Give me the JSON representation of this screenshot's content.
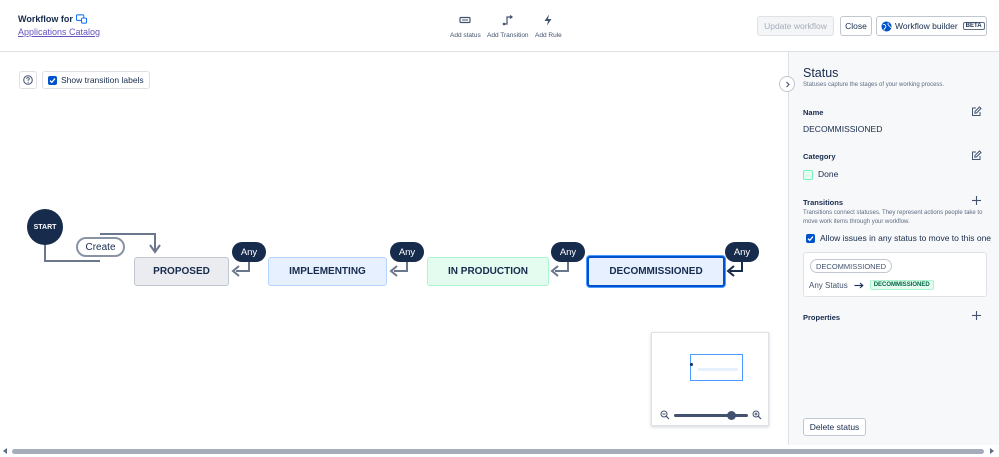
{
  "header": {
    "title": "Workflow for",
    "project_link": "Applications Catalog",
    "tools": [
      {
        "label": "Add status",
        "icon": "status-icon"
      },
      {
        "label": "Add Transition",
        "icon": "transition-icon"
      },
      {
        "label": "Add Rule",
        "icon": "lightning-icon"
      }
    ],
    "update_label": "Update workflow",
    "close_label": "Close",
    "builder_label": "Workflow builder",
    "beta_label": "BETA"
  },
  "canvas": {
    "show_labels": "Show transition labels",
    "show_labels_checked": true,
    "start_label": "START",
    "create_label": "Create",
    "statuses": [
      {
        "name": "PROPOSED",
        "color": "#ebecf0"
      },
      {
        "name": "IMPLEMENTING",
        "color": "#e6f0ff"
      },
      {
        "name": "IN PRODUCTION",
        "color": "#e3fcef"
      },
      {
        "name": "DECOMMISSIONED",
        "color": "#e6f0ff",
        "selected": true
      }
    ],
    "any_label": "Any"
  },
  "panel": {
    "title": "Status",
    "subtitle": "Statuses capture the stages of your working process.",
    "name_label": "Name",
    "name_value": "DECOMMISSIONED",
    "category_label": "Category",
    "category_value": "Done",
    "transitions_label": "Transitions",
    "transitions_desc": "Transitions connect statuses. They represent actions people take to move work items through your workflow.",
    "allow_label": "Allow issues in any status to move to this one",
    "allow_checked": true,
    "transition_name": "DECOMMISSIONED",
    "any_status": "Any Status",
    "target_status": "DECOMMISSIONED",
    "properties_label": "Properties",
    "delete_label": "Delete status"
  },
  "colors": {
    "accent": "#0052cc",
    "dark": "#172b4d",
    "done_green": "#e3fcef"
  }
}
